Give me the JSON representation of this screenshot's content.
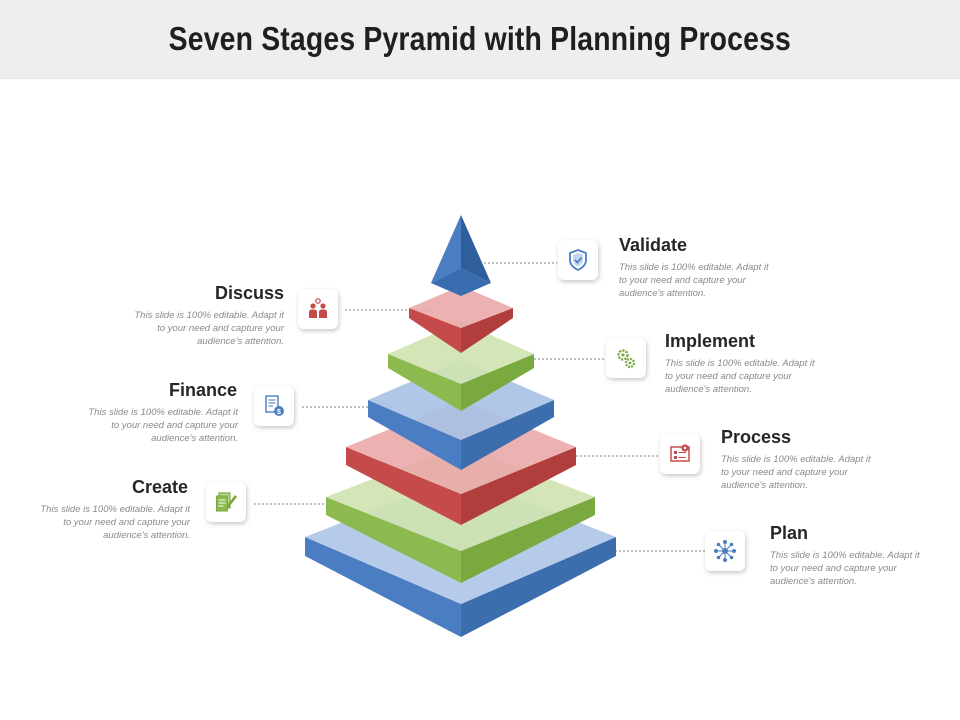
{
  "title": "Seven Stages Pyramid with Planning Process",
  "colors": {
    "blue": "#4a7dc2",
    "red": "#c54a4a",
    "green": "#8dba4f"
  },
  "stages": {
    "validate": {
      "title": "Validate",
      "desc": "This slide is 100% editable. Adapt it to your need and capture your audience's attention.",
      "icon": "shield-check-icon"
    },
    "discuss": {
      "title": "Discuss",
      "desc": "This slide is 100% editable. Adapt it to your need and capture your audience's attention.",
      "icon": "people-discussion-icon"
    },
    "implement": {
      "title": "Implement",
      "desc": "This slide is 100% editable. Adapt it to your need and capture your audience's attention.",
      "icon": "gears-icon"
    },
    "finance": {
      "title": "Finance",
      "desc": "This slide is 100% editable. Adapt it to your need and capture your audience's attention.",
      "icon": "finance-document-icon"
    },
    "process": {
      "title": "Process",
      "desc": "This slide is 100% editable. Adapt it to your need and capture your audience's attention.",
      "icon": "process-board-icon"
    },
    "create": {
      "title": "Create",
      "desc": "This slide is 100% editable. Adapt it to your need and capture your audience's attention.",
      "icon": "documents-pencil-icon"
    },
    "plan": {
      "title": "Plan",
      "desc": "This slide is 100% editable. Adapt it to your need and capture your audience's attention.",
      "icon": "network-nodes-icon"
    }
  }
}
